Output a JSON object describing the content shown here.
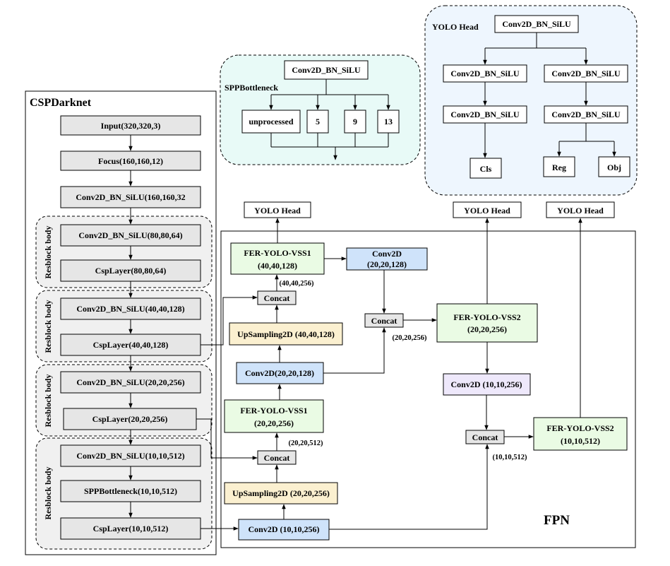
{
  "colors": {
    "gray": "#e6e6e6",
    "green": "#eafbe4",
    "blue": "#cfe3fa",
    "yellow": "#fbf0d0",
    "lavender": "#eee8fb",
    "cyan_panel": "#e8faf7",
    "blue_panel": "#eef6fe",
    "group_gray": "#f0f0f0"
  },
  "yolo_head": {
    "title": "YOLO Head",
    "top": "Conv2D_BN_SiLU",
    "left1": "Conv2D_BN_SiLU",
    "left2": "Conv2D_BN_SiLU",
    "right1": "Conv2D_BN_SiLU",
    "right2": "Conv2D_BN_SiLU",
    "cls": "Cls",
    "reg": "Reg",
    "obj": "Obj"
  },
  "spp": {
    "title": "SPPBottleneck",
    "top": "Conv2D_BN_SiLU",
    "unprocessed": "unprocessed",
    "k5": "5",
    "k9": "9",
    "k13": "13"
  },
  "csp": {
    "title": "CSPDarknet",
    "input": "Input(320,320,3)",
    "focus": "Focus(160,160,12)",
    "conv0": "Conv2D_BN_SiLU(160,160,32",
    "group_label": "Resblock body",
    "conv1": "Conv2D_BN_SiLU(80,80,64)",
    "csp1": "CspLayer(80,80,64)",
    "conv2": "Conv2D_BN_SiLU(40,40,128)",
    "csp2": "CspLayer(40,40,128)",
    "conv3": "Conv2D_BN_SiLU(20,20,256)",
    "csp3": "CspLayer(20,20,256)",
    "conv4": "Conv2D_BN_SiLU(10,10,512)",
    "sppb": "SPPBottleneck(10,10,512)",
    "csp4": "CspLayer(10,10,512)"
  },
  "fpn": {
    "title": "FPN",
    "head_label": "YOLO Head",
    "vss1_a": [
      "FER-YOLO-VSS1",
      "(40,40,128)"
    ],
    "conv2d_a": [
      "Conv2D",
      "(20,20,128)"
    ],
    "dim_a": "(40,40,256)",
    "concat": "Concat",
    "dim_b": "(20,20,256)",
    "vss2_a": [
      "FER-YOLO-VSS2",
      "(20,20,256)"
    ],
    "ups_a": "UpSampling2D (40,40,128)",
    "conv2d_b": "Conv2D(20,20,128)",
    "conv2d_c": "Conv2D (10,10,256)",
    "vss1_b": [
      "FER-YOLO-VSS1",
      "(20,20,256)"
    ],
    "dim_c": "(20,20,512)",
    "vss2_b": [
      "FER-YOLO-VSS2",
      "(10,10,512)"
    ],
    "dim_d": "(10,10,512)",
    "ups_b": "UpSampling2D (20,20,256)",
    "conv2d_d": "Conv2D (10,10,256)"
  }
}
